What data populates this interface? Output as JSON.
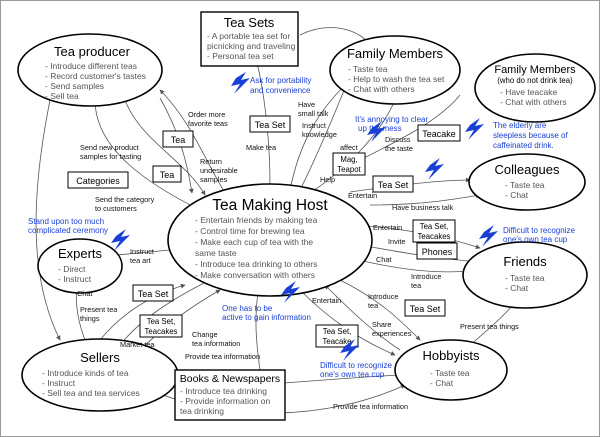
{
  "colors": {
    "annotation": "#1a3fd6",
    "edge": "#555555",
    "node_border": "#000000"
  },
  "icons": {
    "bolt": "lightning-bolt-icon"
  },
  "host": {
    "title": "Tea Making Host",
    "items": [
      "- Entertain friends by making tea",
      "- Control time for brewing tea",
      "- Make each cup of tea with the",
      "  same taste",
      "- Introduce tea drinking to others",
      "- Make conversation with others"
    ]
  },
  "producer": {
    "title": "Tea producer",
    "items": [
      "- Introduce different teas",
      "- Record customer's tastes",
      "- Send samples",
      "- Sell tea"
    ]
  },
  "tea_sets": {
    "title": "Tea Sets",
    "items": [
      "- A portable tea set for",
      "  picnicking and traveling",
      "- Personal tea set"
    ]
  },
  "family": {
    "title": "Family Members",
    "items": [
      "- Taste tea",
      "- Help to wash the tea set",
      "- Chat with others"
    ]
  },
  "family_nd": {
    "title": "Family Members",
    "subtitle": "(who do not drink tea)",
    "items": [
      "- Have teacake",
      "- Chat with others"
    ]
  },
  "colleagues": {
    "title": "Colleagues",
    "items": [
      "- Taste tea",
      "- Chat"
    ]
  },
  "experts": {
    "title": "Experts",
    "items": [
      "- Direct",
      "- Instruct"
    ]
  },
  "friends": {
    "title": "Friends",
    "items": [
      "- Taste tea",
      "- Chat"
    ]
  },
  "sellers": {
    "title": "Sellers",
    "items": [
      "- Introduce kinds of tea",
      "- Instruct",
      "- Sell tea and tea services"
    ]
  },
  "books": {
    "title": "Books & Newspapers",
    "items": [
      "- Introduce tea drinking",
      "- Provide information on",
      "  tea drinking"
    ]
  },
  "hobbyists": {
    "title": "Hobbyists",
    "items": [
      "- Taste tea",
      "- Chat"
    ]
  },
  "artifacts": {
    "tea_producer_box": "Tea",
    "categories": "Categories",
    "tea_mid": "Tea",
    "tea_set_family": "Tea Set",
    "mag_teapot": [
      "Mag,",
      "Teapot"
    ],
    "teacake": "Teacake",
    "tea_set_colleagues": "Tea Set",
    "tea_set_teacakes_friends": [
      "Tea Set,",
      "Teacakes"
    ],
    "phones": "Phones",
    "tea_set_sellers": "Tea Set",
    "tea_set_teacakes_sellers": [
      "Tea Set,",
      "Teacakes"
    ],
    "tea_set_teacake_hobby": [
      "Tea Set,",
      "Teacake"
    ],
    "tea_set_hobby": "Tea Set"
  },
  "edge_labels": {
    "order_more": [
      "Order more",
      "favorite teas"
    ],
    "send_samples": [
      "Send new product",
      "samples for tasting"
    ],
    "return_samples": [
      "Return",
      "undesirable",
      "samples"
    ],
    "send_category": [
      "Send the category",
      "to customers"
    ],
    "make_tea": "Make tea",
    "have_small_talk": [
      "Have",
      "small talk"
    ],
    "instruct_knowledge": [
      "Instruct",
      "knowledge"
    ],
    "discuss_taste": [
      "Discuss",
      "the taste"
    ],
    "affect": "affect",
    "help": "Help",
    "entertain_col": "Entertain",
    "have_business_talk": "Have business talk",
    "entertain_fr": "Entertain",
    "invite": "Invite",
    "chat_fr": "Chat",
    "introduce_tea_fr": [
      "Introduce",
      "tea"
    ],
    "instruct_tea_art": [
      "Instruct",
      "tea art"
    ],
    "chat_sellers": "Chat",
    "present_tea_things": [
      "Present tea",
      "things"
    ],
    "market_tea": "Market tea",
    "change_tea_info": [
      "Change",
      "tea information"
    ],
    "provide_tea_info_books": "Provide tea information",
    "entertain_hobby": "Entertain",
    "share_experiences": [
      "Share",
      "experiences"
    ],
    "introduce_tea_hobby": [
      "Introduce",
      "tea"
    ],
    "present_tea_things_hobby": "Present tea things",
    "provide_tea_info_bottom": "Provide tea information"
  },
  "annotations": {
    "portability": [
      "Ask for portability",
      "and convenience"
    ],
    "annoying": [
      "It's annoying to clear",
      "up the mess"
    ],
    "sleepless": [
      "The elderly are",
      "sleepless because of",
      "caffeinated drink."
    ],
    "ceremony": [
      "Stand upon too much",
      "complicated ceremony"
    ],
    "difficult_friends": [
      "Difficult to recognize",
      "one's own tea cup"
    ],
    "active": [
      "One has to be",
      "active to gain information"
    ],
    "difficult_hobby": [
      "Difficult to recognize",
      "one's own tea cup"
    ]
  }
}
